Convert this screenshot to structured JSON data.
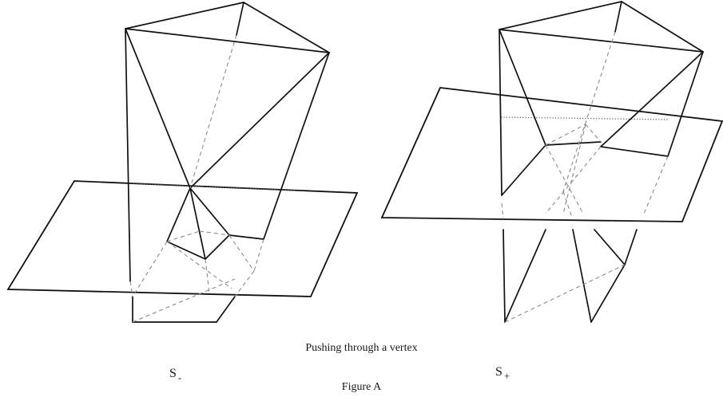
{
  "caption": "Pushing through a vertex",
  "figure_label": "Figure A",
  "left_panel": {
    "label": "S",
    "label_sub": "-"
  },
  "right_panel": {
    "label": "S",
    "label_sub": "+"
  },
  "colors": {
    "solid_line": "#111111",
    "hidden_line": "#8a8a8a",
    "plane_intersection": "#555555"
  }
}
